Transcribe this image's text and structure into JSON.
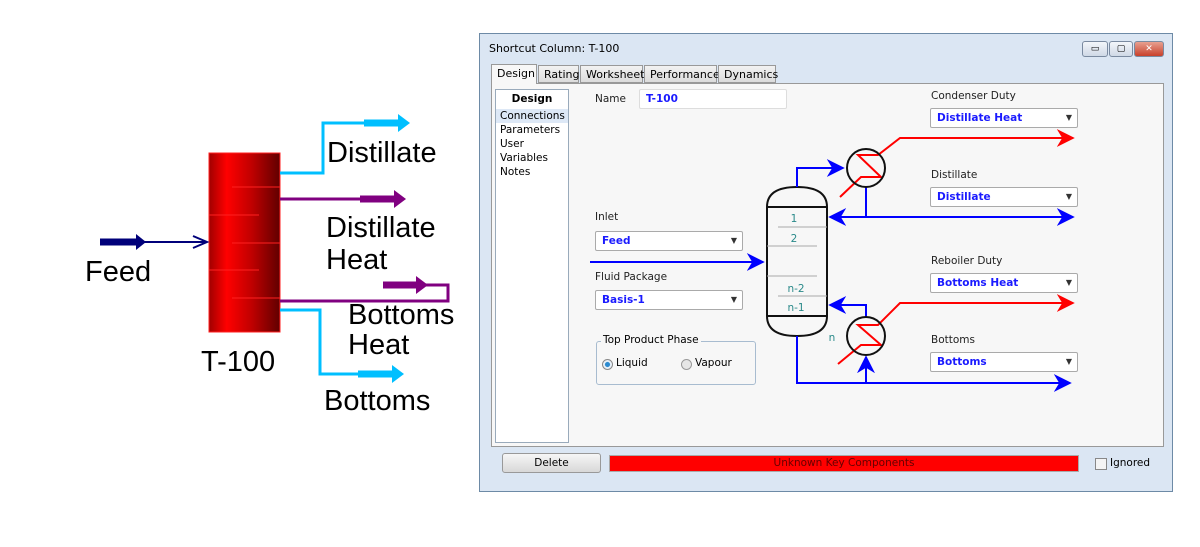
{
  "pfd": {
    "feed": "Feed",
    "column": "T-100",
    "distillate": "Distillate",
    "distillate_heat": [
      "Distillate",
      "Heat"
    ],
    "bottoms_heat": [
      "Bottoms",
      "Heat"
    ],
    "bottoms": "Bottoms"
  },
  "window": {
    "title": "Shortcut Column: T-100",
    "minimize": "▭",
    "maximize": "▢",
    "close": "✕"
  },
  "tabs": [
    "Design",
    "Rating",
    "Worksheet",
    "Performance",
    "Dynamics"
  ],
  "sidebar": {
    "header": "Design",
    "items": [
      "Connections",
      "Parameters",
      "User Variables",
      "Notes"
    ]
  },
  "form": {
    "name_label": "Name",
    "name_value": "T-100",
    "inlet_label": "Inlet",
    "inlet_value": "Feed",
    "fluid_label": "Fluid Package",
    "fluid_value": "Basis-1",
    "phase_group": "Top Product Phase",
    "phase_options": [
      "Liquid",
      "Vapour"
    ],
    "phase_selected": "Liquid",
    "condenser_label": "Condenser Duty",
    "condenser_value": "Distillate Heat",
    "distillate_label": "Distillate",
    "distillate_value": "Distillate",
    "reboiler_label": "Reboiler Duty",
    "reboiler_value": "Bottoms Heat",
    "bottoms_label": "Bottoms",
    "bottoms_value": "Bottoms"
  },
  "trays": [
    "1",
    "2",
    "n-2",
    "n-1",
    "n"
  ],
  "footer": {
    "delete": "Delete",
    "status": "Unknown Key Components",
    "status_color": "#ff0000",
    "ignored": "Ignored",
    "ignored_checked": false
  }
}
